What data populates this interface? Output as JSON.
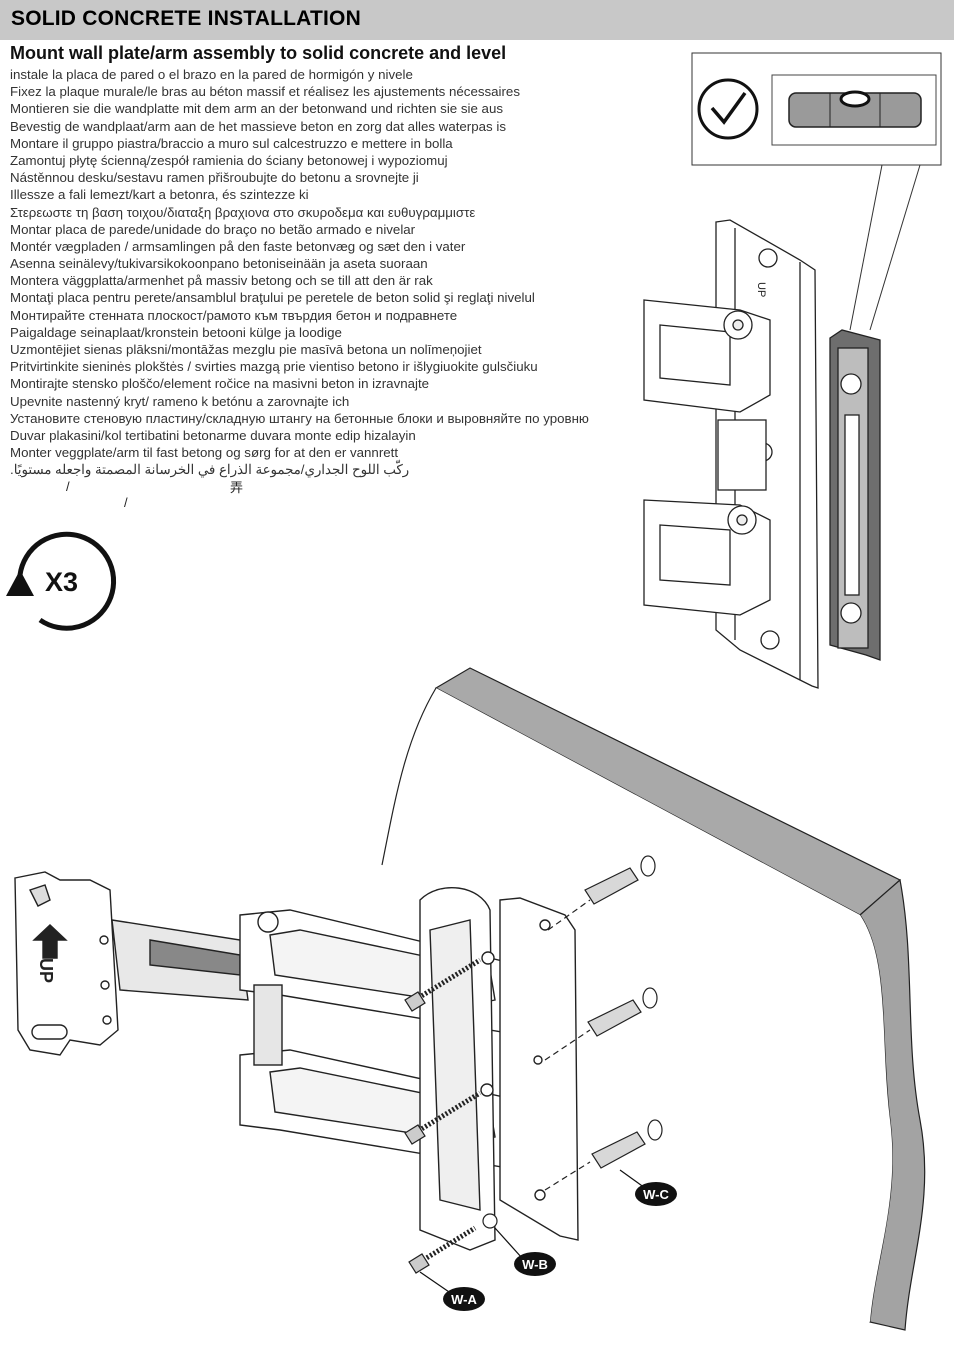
{
  "header": {
    "title": "SOLID CONCRETE INSTALLATION"
  },
  "subtitle": "Mount wall plate/arm assembly  to solid concrete and level",
  "translations": [
    "instale la placa de pared o el brazo en la pared de hormigón y nivele",
    "Fixez la plaque murale/le bras au béton massif et réalisez les ajustements nécessaires",
    "Montieren sie die wandplatte mit dem arm an der betonwand und richten sie sie aus",
    "Bevestig de wandplaat/arm aan de het massieve beton en zorg dat alles waterpas is",
    "Montare il gruppo piastra/braccio a muro sul calcestruzzo e mettere in bolla",
    "Zamontuj płytę ścienną/zespół ramienia do ściany betonowej i wypoziomuj",
    "Nástěnnou desku/sestavu ramen přišroubujte  do betonu a srovnejte ji",
    "Illessze a fali lemezt/kart a betonra, és szintezze ki",
    "Στερεωστε τη βαση τοιχου/διαταξη βραχιονα στο σκυροδεμα και  ευθυγραμμιστε",
    "Montar placa de parede/unidade do braço no betão armado e nivelar",
    "Montér vægpladen / armsamlingen på den faste betonvæg og sæt den i vater",
    "Asenna seinälevy/tukivarsikokoonpano betoniseinään ja aseta suoraan",
    "Montera väggplatta/armenhet på massiv betong och se till att den är rak",
    "Montaţi placa pentru perete/ansamblul braţului pe peretele de beton solid şi reglaţi nivelul",
    "Монтирайте стенната плоскост/рамото към твърдия бетон и подравнете",
    "Paigaldage seinaplaat/kronstein betooni külge ja loodige",
    "Uzmontējiet sienas plāksni/montāžas mezglu pie masīvā betona un nolīmeņojiet",
    "Pritvirtinkite sieninės plokštės / svirties mazgą prie vientiso betono ir išlygiuokite gulsčiuku",
    "Montirajte stensko ploščo/element ročice na masivni beton in izravnajte",
    "Upevnite nastenný kryt/ rameno k betónu a zarovnajte ich",
    "Установите стеновую пластину/складную штангу на бетонные блоки и выровняйте по уровню",
    "Duvar plakasini/kol tertibatini betonarme duvara monte edip hizalayin",
    "Monter veggplate/arm til fast betong og sørg for at den er vannrett",
    "ركّب اللوح الجداري/مجموعة الذراع في الخرسانة المصمتة واجعله مستويًا."
  ],
  "fragments": [
    "/",
    "弄",
    "/"
  ],
  "repeat": {
    "label": "X3"
  },
  "callouts": [
    "W-A",
    "W-B",
    "W-C"
  ],
  "icons": [
    "checkmark-icon",
    "rotate-arrow-icon",
    "up-arrow-icon",
    "spirit-level-icon"
  ]
}
